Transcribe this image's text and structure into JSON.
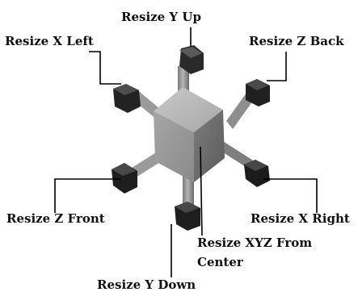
{
  "labels": {
    "resize_y_up": "Resize Y Up",
    "resize_x_left": "Resize X Left",
    "resize_z_back": "Resize Z Back",
    "resize_z_front": "Resize Z Front",
    "resize_x_right": "Resize X Right",
    "resize_xyz_line1": "Resize XYZ From",
    "resize_xyz_line2": "Center",
    "resize_y_down": "Resize Y Down"
  },
  "colors": {
    "cube_top": "#bdbdbd",
    "cube_left": "#9a9a9a",
    "cube_right": "#6e6e6e",
    "rod": "#8c8c8c",
    "handle": "#1e1e1e",
    "leader": "#000000"
  }
}
